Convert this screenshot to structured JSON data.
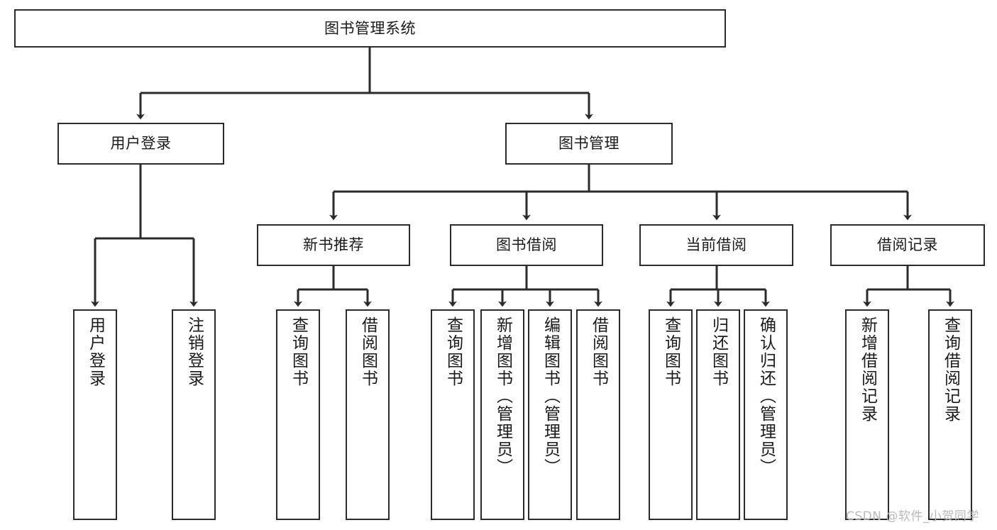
{
  "diagram": {
    "title": "图书管理系统",
    "watermark": "CSDN @软件_小贺同学",
    "stroke_color": "#2b2b2b",
    "fill_color": "#ffffff",
    "text_color": "#1a1a1a",
    "watermark_color": "#b9b9b9"
  },
  "nodes": {
    "root": "图书管理系统",
    "l2": [
      "用户登录",
      "图书管理"
    ],
    "l3": [
      "新书推荐",
      "图书借阅",
      "当前借阅",
      "借阅记录"
    ],
    "leaves": {
      "user_login": [
        "用户登录",
        "注销登录"
      ],
      "new_book": [
        "查询图书",
        "借阅图书"
      ],
      "book_borrow": [
        "查询图书",
        "新增图书（管理员）",
        "编辑图书（管理员）",
        "借阅图书"
      ],
      "current_borrow": [
        "查询图书",
        "归还图书",
        "确认归还（管理员）"
      ],
      "borrow_record": [
        "新增借阅记录",
        "查询借阅记录"
      ]
    }
  }
}
